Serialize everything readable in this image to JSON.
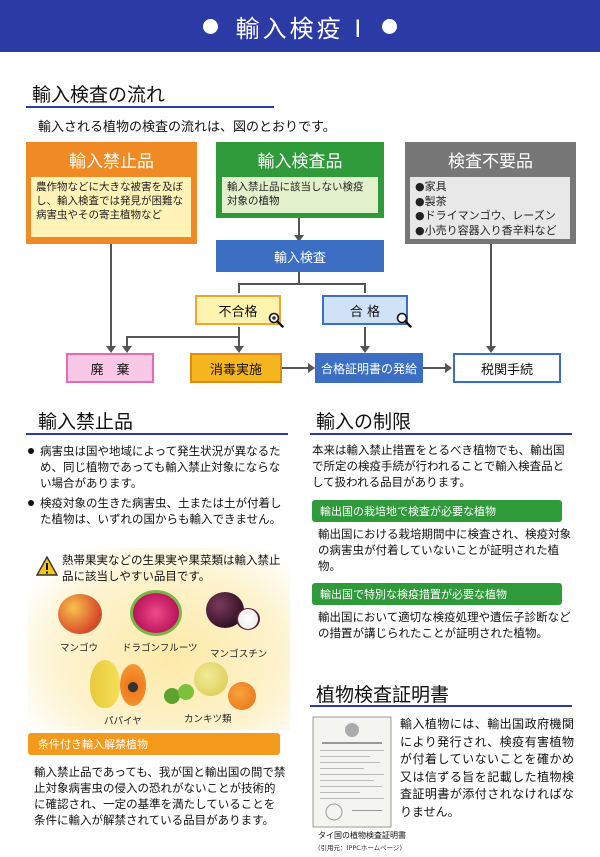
{
  "header": {
    "title": "輸入検疫 I"
  },
  "flow": {
    "title": "輸入検査の流れ",
    "intro": "輸入される植物の検査の流れは、図のとおりです。",
    "prohibited": {
      "title": "輸入禁止品",
      "desc": "農作物などに大きな被害を及ぼし、輸入検査では発見が困難な病害虫やその寄主植物など",
      "color": "#f08a24"
    },
    "inspection": {
      "title": "輸入検査品",
      "desc": "輸入禁止品に該当しない検疫対象の植物",
      "color": "#2e9a3a"
    },
    "exempt": {
      "title": "検査不要品",
      "items": [
        "家具",
        "製茶",
        "ドライマンゴウ、レーズン",
        "小売り容器入り香辛料など"
      ],
      "color": "#777777"
    },
    "node_inspection": "輸入検査",
    "node_fail": "不合格",
    "node_pass": "合 格",
    "node_disposal": "廃　棄",
    "node_disinfect": "消毒実施",
    "node_certificate": "合格証明書の発給",
    "node_customs": "税関手続"
  },
  "prohibited_section": {
    "title": "輸入禁止品",
    "bullets": [
      "病害虫は国や地域によって発生状況が異なるため、同じ植物であっても輸入禁止対象にならない場合があります。",
      "検疫対象の生きた病害虫、土または土が付着した植物は、いずれの国からも輸入できません。"
    ],
    "warning": "熱帯果実などの生果実や果菜類は輸入禁止品に該当しやすい品目です。",
    "fruits": [
      "マンゴウ",
      "ドラゴンフルーツ",
      "マンゴスチン",
      "パパイヤ",
      "カンキツ類"
    ],
    "conditional_title": "条件付き輸入解禁植物",
    "conditional_text": "輸入禁止品であっても、我が国と輸出国の間で禁止対象病害虫の侵入の恐れがないことが技術的に確認され、一定の基準を満たしていることを条件に輸入が解禁されている品目があります。"
  },
  "restriction_section": {
    "title": "輸入の制限",
    "intro": "本来は輸入禁止措置をとるべき植物でも、輸出国で所定の検疫手続が行われることで輸入検査品として扱われる品目があります。",
    "cases": [
      {
        "label": "輸出国の栽培地で検査が必要な植物",
        "text": "輸出国における栽培期間中に検査され、検疫対象の病害虫が付着していないことが証明された植物。"
      },
      {
        "label": "輸出国で特別な検疫措置が必要な植物",
        "text": "輸出国において適切な検疫処理や遺伝子診断などの措置が講じられたことが証明された植物。"
      }
    ]
  },
  "certificate_section": {
    "title": "植物検査証明書",
    "text": "輸入植物には、輸出国政府機関により発行され、検疫有害植物が付着していないことを確かめ又は信ずる旨を記載した植物検査証明書が添付されなければなりません。",
    "caption": "タイ国の植物検査証明書",
    "source": "(引用元：IPPCホームページ)"
  }
}
